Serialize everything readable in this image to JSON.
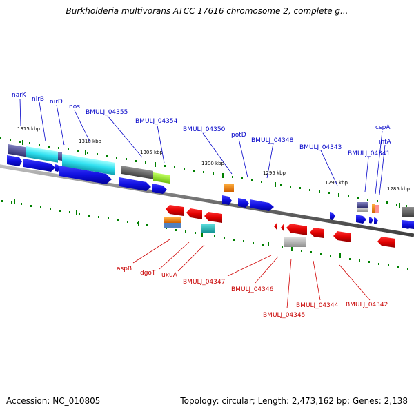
{
  "title": "Burkholderia multivorans ATCC 17616 chromosome 2, complete g...",
  "footer": {
    "accession": "Accession: NC_010805",
    "summary": "Topology: circular; Length: 2,473,162 bp; Genes: 2,138"
  },
  "colors": {
    "forward_cds": "#1010e0",
    "reverse_cds": "#e00000",
    "backbone": "#808080",
    "tick": "#008000",
    "top_label": "#0000c8",
    "bottom_label": "#c80000"
  },
  "scale_labels": [
    "1315 kbp",
    "1310 kbp",
    "1305 kbp",
    "1300 kbp",
    "1295 kbp",
    "1290 kbp",
    "1285 kbp"
  ],
  "top_gene_labels": [
    "narK",
    "nirB",
    "nirD",
    "nos",
    "BMULJ_04355",
    "BMULJ_04354",
    "BMULJ_04350",
    "potD",
    "BMULJ_04348",
    "BMULJ_04343",
    "BMULJ_04341",
    "cspA",
    "infA"
  ],
  "bottom_gene_labels": [
    "aspB",
    "dgoT",
    "uxuA",
    "BMULJ_04347",
    "BMULJ_04346",
    "BMULJ_04345",
    "BMULJ_04344",
    "BMULJ_04342"
  ]
}
